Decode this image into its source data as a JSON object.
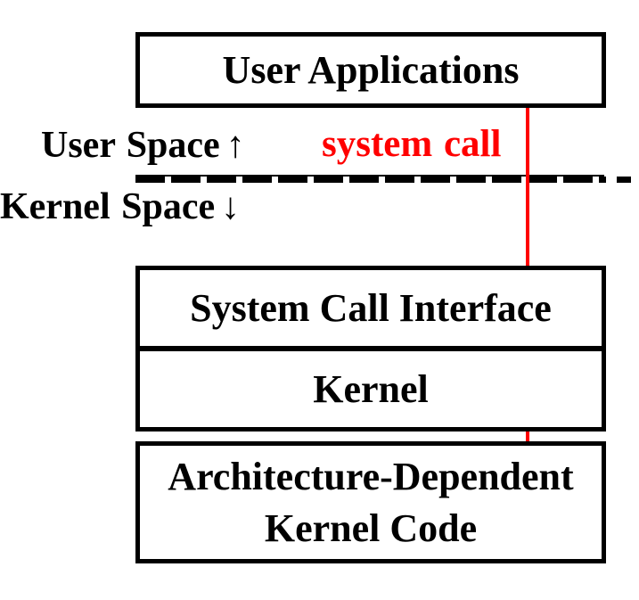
{
  "boxes": {
    "user_applications": {
      "label": "User Applications"
    },
    "system_call_interface": {
      "label": "System Call Interface"
    },
    "kernel": {
      "label": "Kernel"
    },
    "architecture_dependent": {
      "line1": "Architecture-Dependent",
      "line2": "Kernel Code"
    }
  },
  "labels": {
    "user_space": {
      "text": "User Space",
      "arrow": "↑"
    },
    "kernel_space": {
      "text": "Kernel Space",
      "arrow": "↓"
    },
    "system_call": {
      "text": "system call"
    }
  },
  "colors": {
    "ink": "#000000",
    "accent-red": "#ff0000",
    "background": "#ffffff"
  }
}
